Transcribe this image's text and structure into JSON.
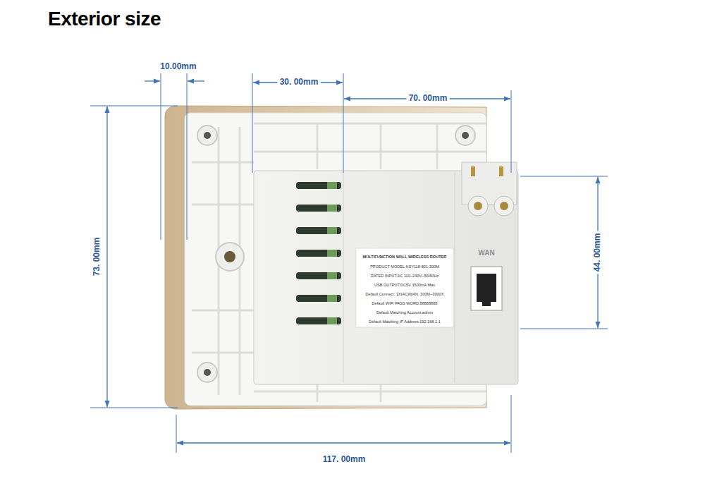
{
  "diagram": {
    "title": "Exterior size",
    "labels": [
      "10.00mm",
      "30. 00mm",
      "70. 00mm",
      "73. 00mm",
      "44. 00mm",
      "117. 00mm",
      "MULTIFUNCTION WALL WIRELESS ROUTER",
      "PRODUCT MODEL:KSY118-801-300M",
      "RATED INPUT:AC 110~240V~50/60Hz",
      "USB OUTPUT:DC5V 1500mA Max",
      "Default Connect: 1X(AC)WAN, 300M~3000X",
      "Default WIFI PASS WORD:88888888",
      "Default Matching Account:admin",
      "Default Matching IP Address:192.168.1.1",
      "WAN"
    ]
  }
}
